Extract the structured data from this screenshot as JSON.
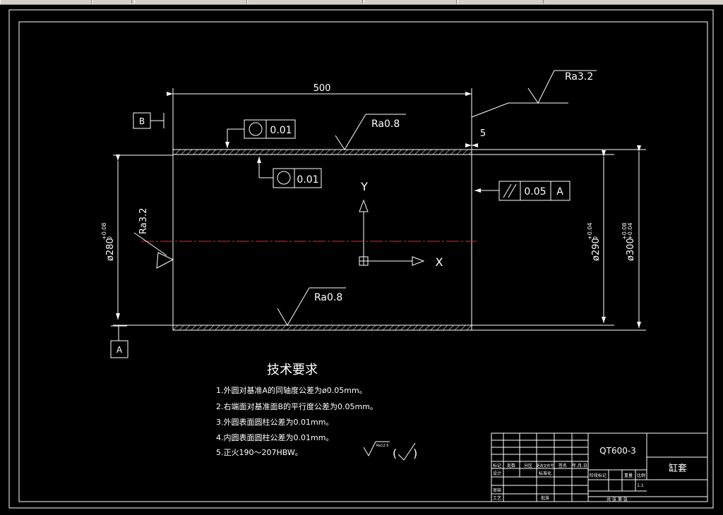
{
  "dimensions": {
    "length": "500",
    "right_step": "5",
    "inner_dia": "ø280",
    "inner_tol_upper": "+0.08",
    "inner_tol_lower": "0",
    "mid_dia": "ø290",
    "mid_tol_upper": "+0.04",
    "mid_tol_lower": "0",
    "outer_dia": "ø300",
    "outer_tol_upper": "+0.08",
    "outer_tol_lower": "+0.04"
  },
  "roughness": {
    "top_right": "Ra3.2",
    "outer_top": "Ra0.8",
    "left_side": "Ra3.2",
    "inner_bottom": "Ra0.8",
    "general": "Ra12.5"
  },
  "datums": {
    "b": "B",
    "a": "A"
  },
  "tolerances": {
    "cyl1_value": "0.01",
    "cyl2_value": "0.01",
    "parallel_value": "0.05",
    "parallel_datum": "A"
  },
  "axes": {
    "y": "Y",
    "x": "X"
  },
  "tech": {
    "title": "技术要求",
    "items": [
      "1.外圆对基准A的同轴度公差为ø0.05mm。",
      "2.右端面对基准面B的平行度公差为0.05mm。",
      "3.外圆表面圆柱公差为0.01mm。",
      "4.内圆表面圆柱公差为0.01mm。",
      "5.正火190～207HBW。"
    ]
  },
  "title_block": {
    "material": "QT600-3",
    "part_name": "缸套",
    "scale": "1:1",
    "labels": {
      "mark": "标记",
      "count": "处数",
      "zone": "分区",
      "change_doc": "更改文件号",
      "sign": "签名",
      "date": "年.月.日",
      "design": "设计",
      "standardize": "标准化",
      "stage_mark": "阶段标记",
      "weight": "重量",
      "ratio": "比例",
      "review": "审核",
      "process": "工艺",
      "approve": "批准",
      "sheets": "共 张 第 张"
    }
  },
  "colors": {
    "background": "#000000",
    "lines": "#ffffff",
    "centerline": "#ff2020"
  }
}
